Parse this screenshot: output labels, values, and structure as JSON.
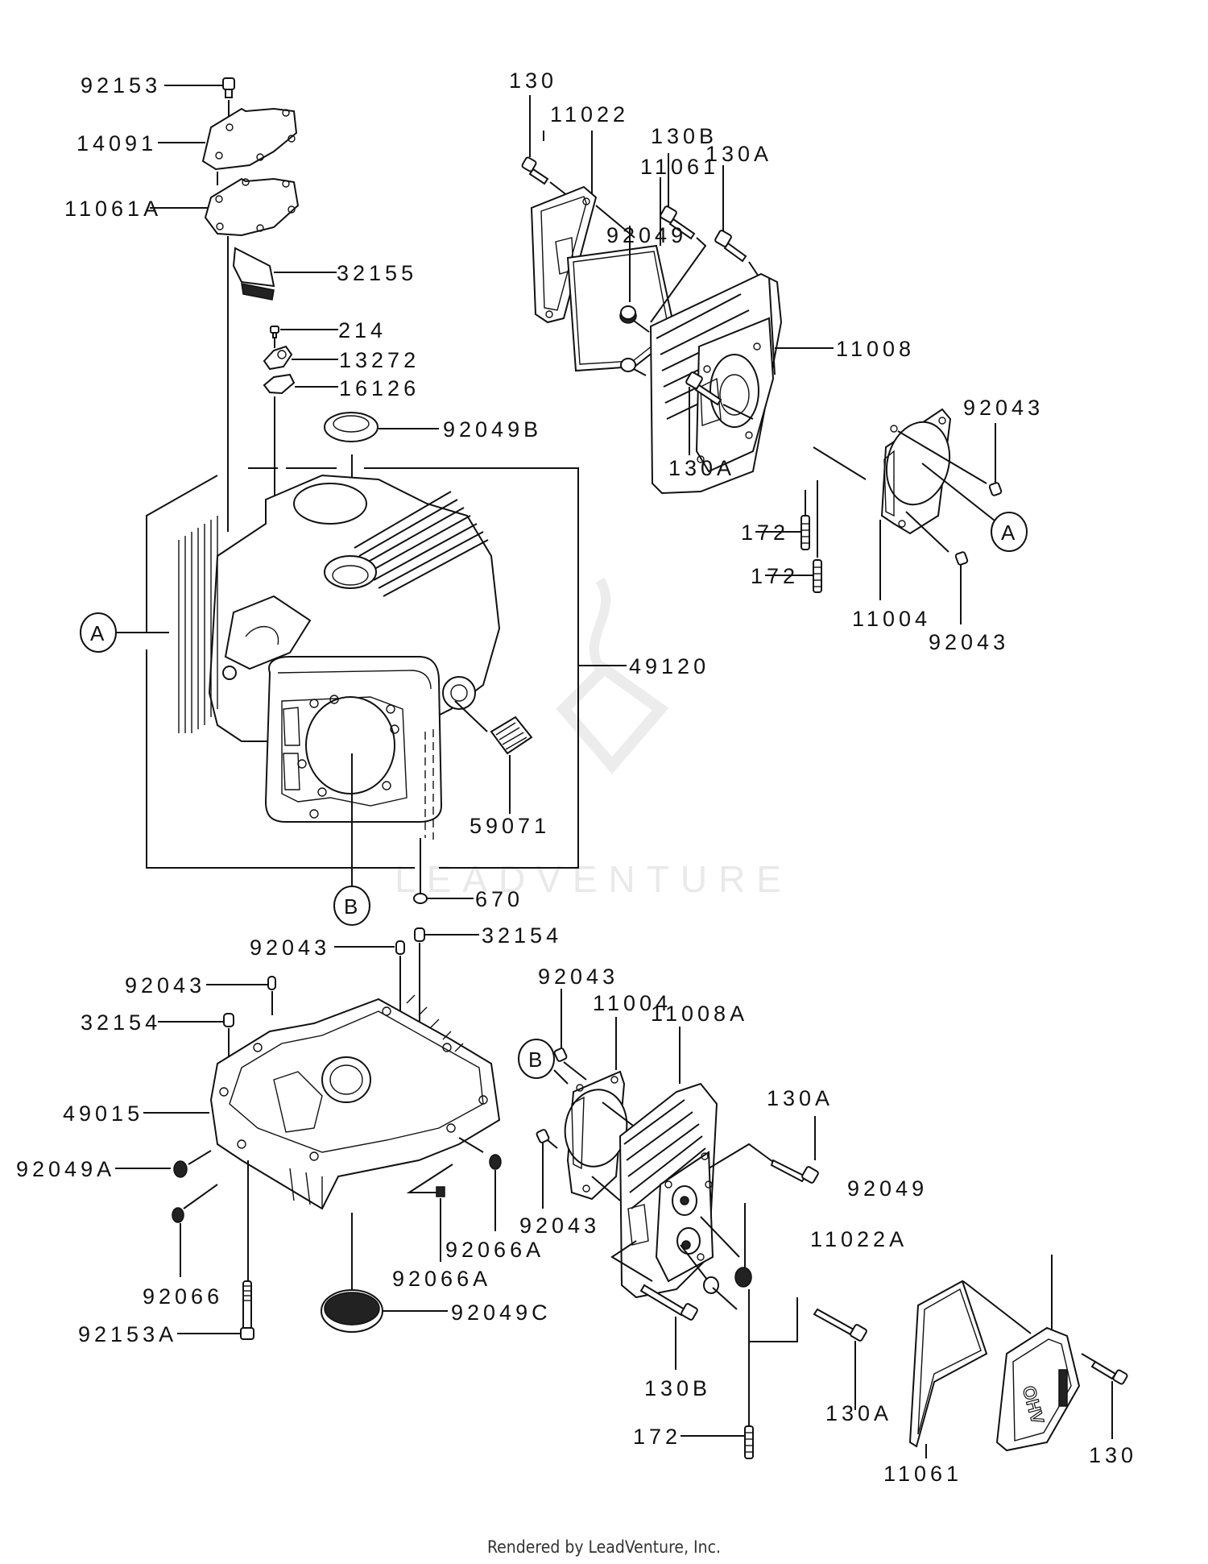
{
  "diagram": {
    "title": "Cylinder / Crankcase exploded parts diagram",
    "watermark": "LEADVENTURE",
    "footer": "Rendered by LeadVenture, Inc.",
    "callouts": [
      {
        "id": "c-92153",
        "label": "92153"
      },
      {
        "id": "c-14091",
        "label": "14091"
      },
      {
        "id": "c-11061A",
        "label": "11061A"
      },
      {
        "id": "c-32155",
        "label": "32155"
      },
      {
        "id": "c-214",
        "label": "214"
      },
      {
        "id": "c-13272",
        "label": "13272"
      },
      {
        "id": "c-16126",
        "label": "16126"
      },
      {
        "id": "c-92049B",
        "label": "92049B"
      },
      {
        "id": "c-49120",
        "label": "49120"
      },
      {
        "id": "c-59071",
        "label": "59071"
      },
      {
        "id": "c-670",
        "label": "670"
      },
      {
        "id": "c-130-top",
        "label": "130"
      },
      {
        "id": "c-11022",
        "label": "11022"
      },
      {
        "id": "c-11061-top",
        "label": "11061"
      },
      {
        "id": "c-130B-top",
        "label": "130B"
      },
      {
        "id": "c-130A-top",
        "label": "130A"
      },
      {
        "id": "c-92049-top",
        "label": "92049"
      },
      {
        "id": "c-11008",
        "label": "11008"
      },
      {
        "id": "c-130A-mid",
        "label": "130A"
      },
      {
        "id": "c-92043-r1",
        "label": "92043"
      },
      {
        "id": "c-172-a",
        "label": "172"
      },
      {
        "id": "c-172-b",
        "label": "172"
      },
      {
        "id": "c-11004-top",
        "label": "11004"
      },
      {
        "id": "c-92043-r2",
        "label": "92043"
      },
      {
        "id": "c-92043-b1",
        "label": "92043"
      },
      {
        "id": "c-32154-a",
        "label": "32154"
      },
      {
        "id": "c-92043-b2",
        "label": "92043"
      },
      {
        "id": "c-32154-b",
        "label": "32154"
      },
      {
        "id": "c-49015",
        "label": "49015"
      },
      {
        "id": "c-92049A",
        "label": "92049A"
      },
      {
        "id": "c-92066",
        "label": "92066"
      },
      {
        "id": "c-92153A",
        "label": "92153A"
      },
      {
        "id": "c-92066A-a",
        "label": "92066A"
      },
      {
        "id": "c-92066A-b",
        "label": "92066A"
      },
      {
        "id": "c-92049C",
        "label": "92049C"
      },
      {
        "id": "c-92043-b3",
        "label": "92043"
      },
      {
        "id": "c-11004-bot",
        "label": "11004"
      },
      {
        "id": "c-11008A",
        "label": "11008A"
      },
      {
        "id": "c-130A-bot1",
        "label": "130A"
      },
      {
        "id": "c-92043-b4",
        "label": "92043"
      },
      {
        "id": "c-92049-bot",
        "label": "92049"
      },
      {
        "id": "c-11022A",
        "label": "11022A"
      },
      {
        "id": "c-130B-bot",
        "label": "130B"
      },
      {
        "id": "c-130A-bot2",
        "label": "130A"
      },
      {
        "id": "c-172-c",
        "label": "172"
      },
      {
        "id": "c-11061-bot",
        "label": "11061"
      },
      {
        "id": "c-130-bot",
        "label": "130"
      }
    ],
    "reference_markers": [
      {
        "id": "ref-A-left",
        "label": "A"
      },
      {
        "id": "ref-A-right",
        "label": "A"
      },
      {
        "id": "ref-B-mid",
        "label": "B"
      },
      {
        "id": "ref-B-bot",
        "label": "B"
      }
    ],
    "valve_cover_text": "OHV"
  }
}
